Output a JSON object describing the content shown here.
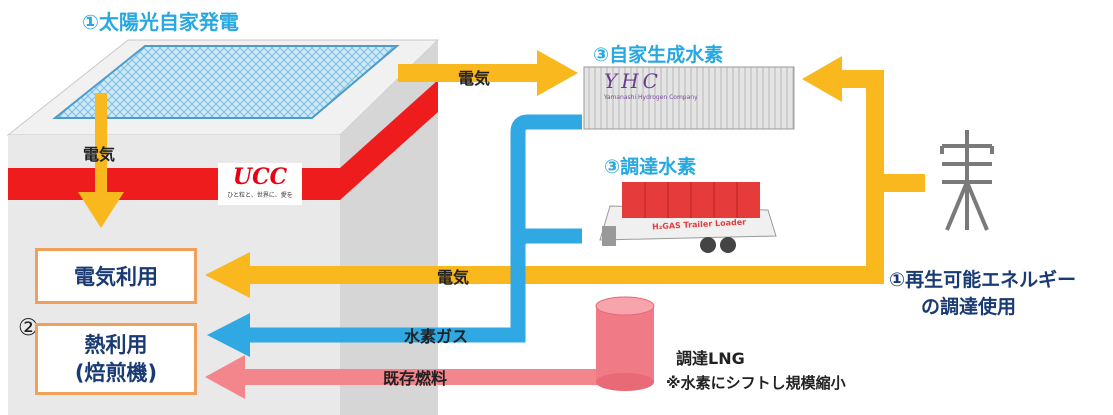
{
  "labels": {
    "solar": "①太陽光自家発電",
    "self_h2": "③自家生成水素",
    "procured_h2": "③調達水素",
    "renewable_line1": "①再生可能エネルギー",
    "renewable_line2": "の調達使用",
    "lng_line1": "調達LNG",
    "lng_line2": "※水素にシフトし規模縮小",
    "circle_two": "②"
  },
  "boxes": {
    "electric_use": "電気利用",
    "heat_use_line1": "熱利用",
    "heat_use_line2": "(焙煎機)"
  },
  "arrows": {
    "solar_down": "電気",
    "to_yhc": "電気",
    "to_electric_use": "電気",
    "hydrogen_gas": "水素ガス",
    "existing_fuel": "既存燃料"
  },
  "logos": {
    "ucc": "UCC",
    "ucc_tagline": "ひと粒と、世界に、愛を",
    "yhc": "YHC",
    "yhc_sub": "Yamanashi Hydrogen Company",
    "trailer": "H₂GAS Trailer Loader"
  },
  "colors": {
    "electric": "#f8b81e",
    "hydrogen": "#2fa8e4",
    "fuel": "#f3858d",
    "box_border": "#f0a058",
    "label_blue": "#28a8e0",
    "ucc_red": "#e60012"
  },
  "icons": [
    "transmission-tower-icon",
    "lng-tank-icon",
    "hydrogen-trailer-icon",
    "hydrogen-container-icon",
    "solar-panel-icon",
    "factory-building-icon"
  ]
}
